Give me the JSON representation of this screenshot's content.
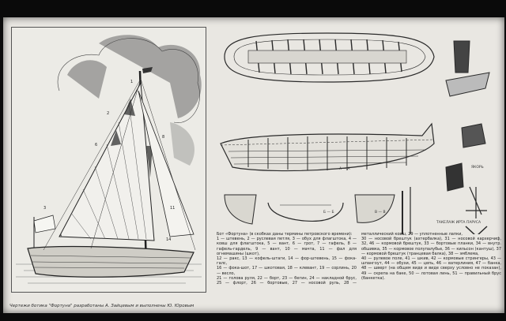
{
  "caption": "Чертежи ботика \"Фортуна\" разработаны А. Зайцевым и выполнены Ю. Юровым",
  "legend": [
    "Бот «Фортуна» (в скобках даны термины петровского времени):",
    "1 — штевень, 2 — руслевая петля, 3 — обух для флагштока, 4 — ковш для флагштока, 5 — вант, 6 — грот, 7 — гафель, 8 — гафель-гардель, 9 — вант, 10 — мачта, 11 — фал для огнемашины (шкот),",
    "12 — ракс, 13 — кофель-штаги, 14 — фор-штевень, 15 — фока-галс,",
    "16 — фока-шот, 17 — шкотовая, 18 — клевант, 19 — сорлинь, 20 — весло,",
    "21 — голова руля, 22 — борт, 23 — бегин, 24 — накладной брус, 25 — флорт, 26 — бортовые, 27 — носовой руль, 28 — металлический ковш, 29 — уплотненные лапки,",
    "30 — носовой брештук (ахтербалка), 31 — носовой кархерчиф, 32, 46 — кормовой брештук, 33 — бортовые планки, 34 — внутр. обшивка, 35 — кормовое полупалубье, 36 — кильсон (кантуш), 37 — кормовой брештук (транцевая балка), 38 — эмблема,",
    "40 — рулевое поле, 41 — шкив, 42 — кормовые стрингеры, 43 — шпангоут, 44 — обухи, 45 — цепь, 46 — ватерлиния, 47 — банка, 48 — шверт (на общем виде и виде сверху условно не показан), 49 — скрепа на баке, 50 — лотовая линь, 51 — правильный брус (банкетка)."
  ],
  "labels": {
    "section_aa": "А — А",
    "section_bb": "Б — Б",
    "section_vv": "В — В",
    "detail_anchor": "ЯКОРЬ",
    "detail_oarlock": "ТАКЕЛАЖ ИРТА ПАРУСА"
  },
  "colors": {
    "board": "#e9e7e2",
    "ink": "#2a2a2a",
    "cloud": "#5a5a5a"
  }
}
